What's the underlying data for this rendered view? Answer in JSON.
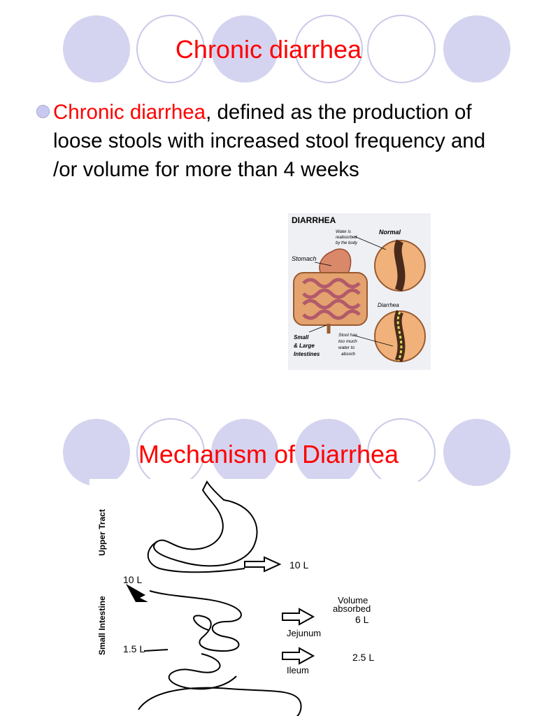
{
  "slide1": {
    "title": "Chronic diarrhea",
    "bullet": {
      "highlight": "Chronic diarrhea",
      "text": ", defined as the production of loose stools with increased stool frequency and /or volume  for more than 4 weeks"
    },
    "figure": {
      "heading": "DIARRHEA",
      "water_note": "Water is reabsorbed by the body",
      "normal": "Normal",
      "stomach": "Stomach",
      "diarrhea": "Diarrhea",
      "intestines": "Small & Large Intestines",
      "stool_note": "Stool has too much water to absorb"
    }
  },
  "slide2": {
    "title": "Mechanism of Diarrhea",
    "diagram": {
      "upper_tract": "Upper Tract",
      "small_intestine": "Small Intestine",
      "out_upper": "10 L",
      "in_small": "10 L",
      "volume_line1": "Volume",
      "volume_line2": "absorbed",
      "jejunum_vol": "6 L",
      "jejunum": "Jejunum",
      "ileum_in": "1.5 L",
      "ileum_vol": "2.5 L",
      "ileum": "Ileum"
    }
  },
  "colors": {
    "title": "#ff0000",
    "circle_fill": "#d4d4f0",
    "circle_outline": "#c8c8e8"
  }
}
